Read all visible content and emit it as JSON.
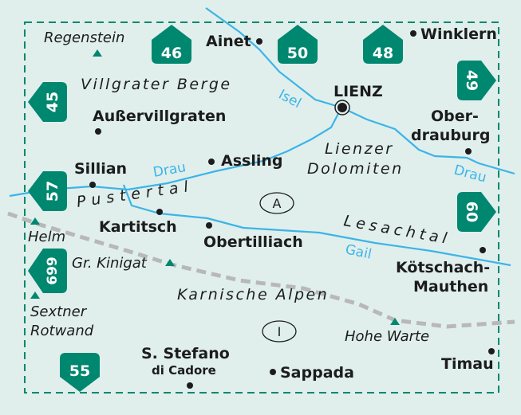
{
  "colors": {
    "background": "#e0efec",
    "accent": "#00876f",
    "river": "#3cb4e8",
    "border": "#b8b8b8"
  },
  "adjacent_sheets": {
    "north": [
      "46",
      "50",
      "48"
    ],
    "west": [
      "45",
      "57",
      "699"
    ],
    "east": [
      "49",
      "60"
    ],
    "south": [
      "55"
    ]
  },
  "towns": {
    "ainet": "Ainet",
    "winklern": "Winklern",
    "lienz": "LIENZ",
    "ausservillgraten": "Außervillgraten",
    "ober": "Ober-",
    "drauburg": "drauburg",
    "sillian": "Sillian",
    "assling": "Assling",
    "kartitsch": "Kartitsch",
    "obertilliach": "Obertilliach",
    "koetschach": "Kötschach-",
    "mauthen": "Mauthen",
    "stefano": "S. Stefano",
    "cadore": "di Cadore",
    "sappada": "Sappada",
    "timau": "Timau"
  },
  "peaks": {
    "regenstein": "Regenstein",
    "helm": "Helm",
    "kinigat": "Gr. Kinigat",
    "sextner": "Sextner",
    "rotwand": "Rotwand",
    "hohe_warte": "Hohe Warte"
  },
  "regions": {
    "villgrater": "Villgrater Berge",
    "lienzer": "Lienzer",
    "dolomiten": "Dolomiten",
    "pustertal": "Pustertal",
    "lesachtal": "Lesachtal",
    "karnische": "Karnische Alpen"
  },
  "rivers": {
    "isel": "Isel",
    "drau_west": "Drau",
    "drau_east": "Drau",
    "gail": "Gail"
  },
  "countries": {
    "austria": "A",
    "italy": "I"
  }
}
